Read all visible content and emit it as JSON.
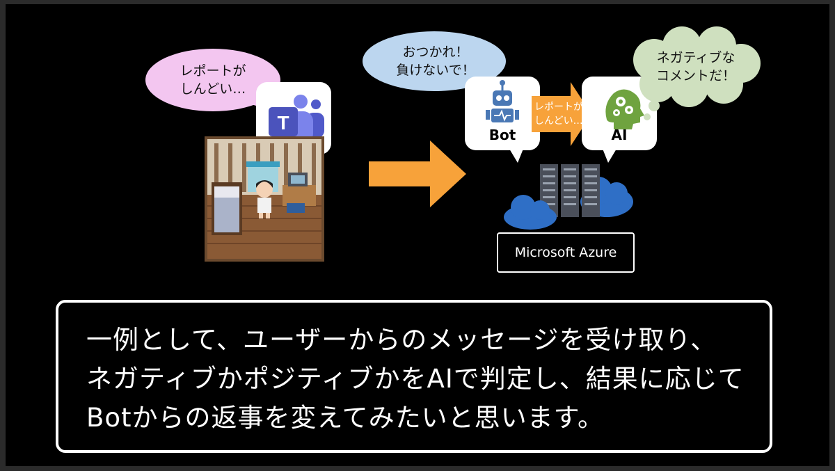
{
  "left_scene": {
    "speech_bubble": [
      "レポートが",
      "しんどい…"
    ],
    "teams_icon_letter": "T",
    "bubble_color": "#f3c6f0",
    "teams_color": "#5b5fc7"
  },
  "arrow_color": "#f7a23a",
  "bot_card": {
    "speech_bubble": [
      "おつかれ！",
      "負けないで！"
    ],
    "label": "Bot",
    "bubble_color": "#bcd6ef",
    "label_color": "#4a78b5"
  },
  "message_arrow": {
    "text": [
      "レポートが",
      "しんどい…"
    ]
  },
  "ai_card": {
    "thought_bubble": [
      "ネガティブな",
      "コメントだ！"
    ],
    "label": "AI",
    "bubble_color": "#cfe0bf",
    "label_color": "#6fa33f"
  },
  "azure": {
    "label": "Microsoft Azure",
    "cloud_color": "#2f6fc6"
  },
  "caption": {
    "lines": [
      "一例として、ユーザーからのメッセージを受け取り、",
      "ネガティブかポジティブかをAIで判定し、結果に応じて",
      "Botからの返事を変えてみたいと思います。"
    ]
  }
}
